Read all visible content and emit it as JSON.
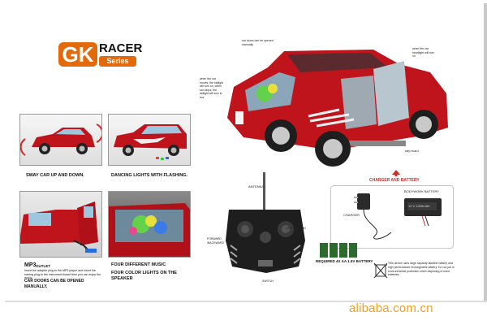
{
  "logo": {
    "gk": "GK",
    "racer": "RACER",
    "series": "Series"
  },
  "captions": {
    "sway": "SWAY CAR UP AND DOWN.",
    "dancing": "DANCING LIGHTS WITH FLASHING.",
    "mp3": "MP3",
    "outlet": "OUTLET",
    "mp3_desc": "Insert the adapter plug to the MP3 player and insert the earring plug to the instrument board then you can enjoy the music.",
    "doors": "CAR DOORS CAN BE OPENED MANUALLY.",
    "music": "FOUR DIFFERENT MUSIC",
    "colors": "FOUR COLOR LIGHTS ON THE SPEAKER"
  },
  "notes": {
    "doors": "car doors can be opened manually",
    "lights": "when the car headlight will turn on",
    "rear": "when the car moves, the taillight will turn on, when car stops, the taillight will turn to red",
    "step": "step board"
  },
  "charger": {
    "title": "CHARGER AND BATTERY",
    "charger_label": "CHARGER",
    "battery_label": "BODYWORK BATTERY",
    "battery_text": "12 V 1200mAh"
  },
  "remote": {
    "antenna": "ANTENNA",
    "forward": "FORWARD /BACKWARD",
    "light": "LIGHT /SOUND",
    "switch": "SWITCH",
    "batteries": "REQUIRED 4X AA 1.5V BATTERY"
  },
  "disposal": "This device uses large capacity alkaline battery and high performance rechargeable battery. Do not put in environmental protection when disposing of used batteries.",
  "watermark": "alibaba.com.cn",
  "colors": {
    "car_red": "#c0141c",
    "logo_orange": "#e36a0c",
    "title_red": "#d12a2a",
    "watermark": "#f0a020"
  }
}
